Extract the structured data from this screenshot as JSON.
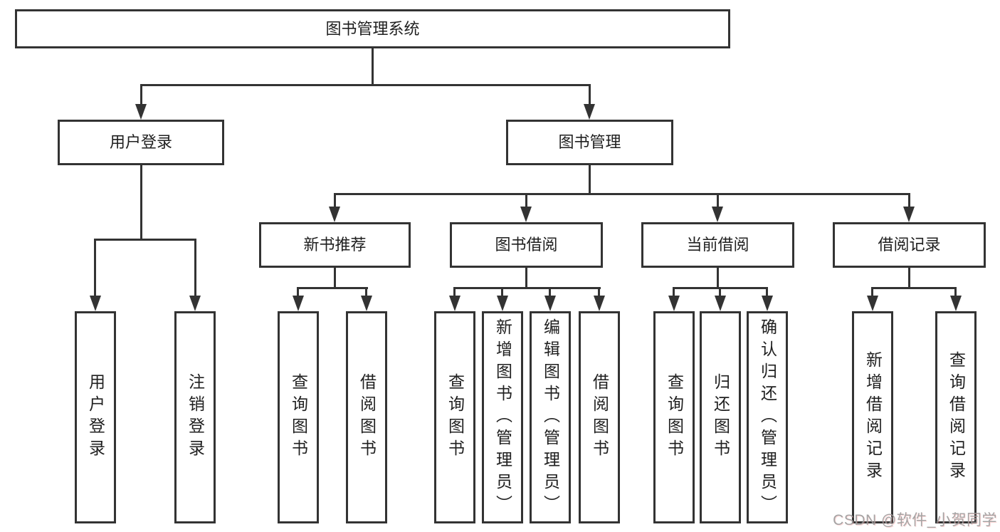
{
  "tree": {
    "label": "图书管理系统",
    "children": [
      {
        "label": "用户登录",
        "children": [
          {
            "label": "用户登录"
          },
          {
            "label": "注销登录"
          }
        ]
      },
      {
        "label": "图书管理",
        "children": [
          {
            "label": "新书推荐",
            "children": [
              {
                "label": "查询图书"
              },
              {
                "label": "借阅图书"
              }
            ]
          },
          {
            "label": "图书借阅",
            "children": [
              {
                "label": "查询图书"
              },
              {
                "label": "新增图书（管理员）"
              },
              {
                "label": "编辑图书（管理员）"
              },
              {
                "label": "借阅图书"
              }
            ]
          },
          {
            "label": "当前借阅",
            "children": [
              {
                "label": "查询图书"
              },
              {
                "label": "归还图书"
              },
              {
                "label": "确认归还（管理员）"
              }
            ]
          },
          {
            "label": "借阅记录",
            "children": [
              {
                "label": "新增借阅记录"
              },
              {
                "label": "查询借阅记录"
              }
            ]
          }
        ]
      }
    ]
  },
  "watermark": "CSDN @软件_小贺同学",
  "colors": {
    "line": "#333333",
    "text": "#1f1f1f",
    "box_background": "#ffffff",
    "watermark": "#9b9b9b"
  }
}
